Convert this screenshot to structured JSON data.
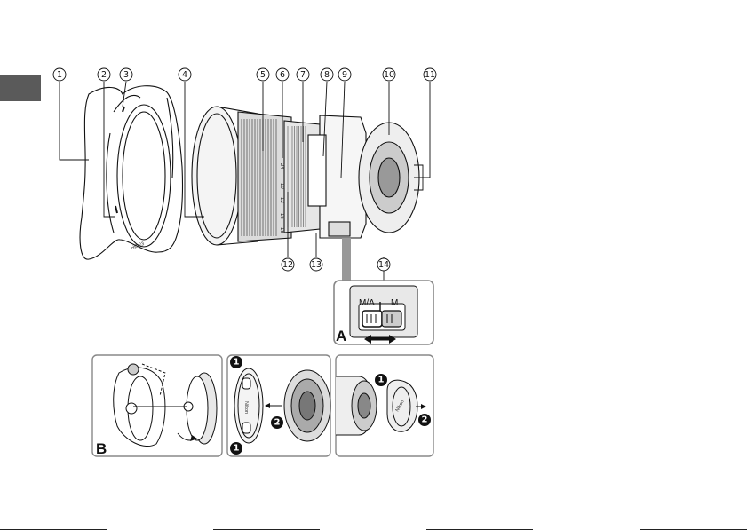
{
  "callouts": [
    "1",
    "2",
    "3",
    "4",
    "5",
    "6",
    "7",
    "8",
    "9",
    "10",
    "11",
    "12",
    "13",
    "14"
  ],
  "panels": {
    "a": "A",
    "b": "B"
  },
  "switch": {
    "left_label": "M/A",
    "right_label": "M"
  },
  "steps": {
    "one": "1",
    "two": "2"
  },
  "scale": {
    "n10": "10",
    "n12": "12",
    "n15": "15",
    "n18": "18",
    "n24": "24"
  },
  "lens_text": {
    "hood_model": "HB-23",
    "cap_brand": "Nikon"
  },
  "colors": {
    "ink": "#111111",
    "side_tab": "#5a5a5a",
    "panel_border": "#888888",
    "switch_bg": "#e8e8e8"
  }
}
